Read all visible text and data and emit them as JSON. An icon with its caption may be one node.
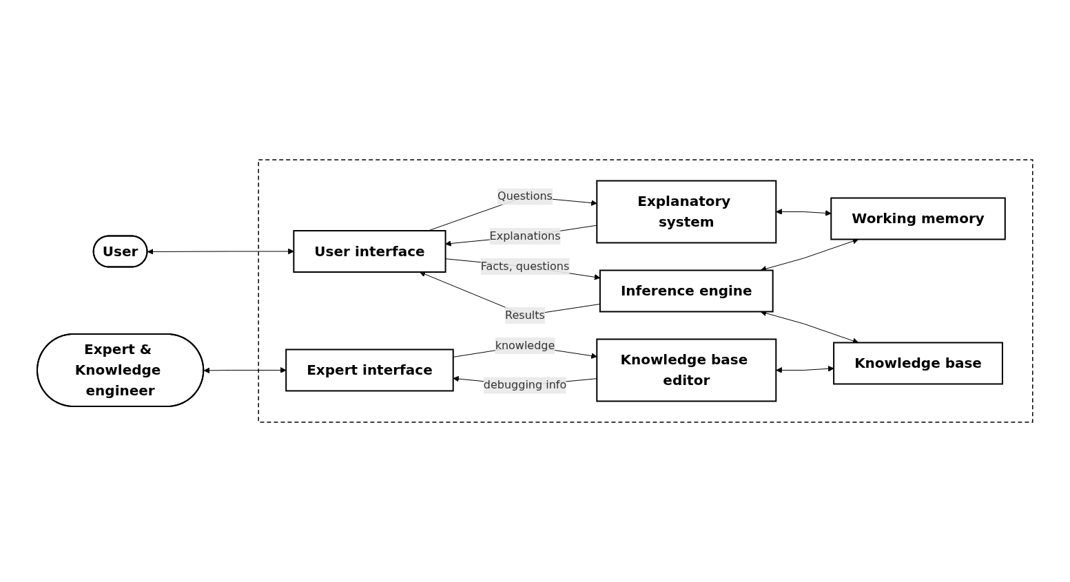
{
  "diagram": {
    "nodes": [
      {
        "text": [
          "User"
        ]
      },
      {
        "text": [
          "Expert & Knowledge engineer"
        ]
      },
      {
        "text": [],
        "shape": "box"
      },
      {
        "text": [
          "User interface"
        ],
        "in": 2
      },
      {
        "text": [
          "Explanatory system"
        ],
        "in": 2
      },
      {
        "text": [
          "Working memory"
        ],
        "in": 2
      },
      {
        "text": [
          "Inference engine"
        ],
        "in": 2
      },
      {
        "text": [
          "Expert interface"
        ],
        "in": 2
      },
      {
        "text": [
          "Knowledge base editor"
        ],
        "in": 2
      },
      {
        "text": [
          "Knowledge base"
        ],
        "in": 2
      }
    ],
    "edges": [
      {
        "from": 0,
        "to": 3,
        "arrow": "both"
      },
      {
        "from": 1,
        "to": 7,
        "arrow": "both"
      },
      {
        "from": 3,
        "to": 4,
        "label": "Questions",
        "arrow": "to"
      },
      {
        "from": 4,
        "to": 3,
        "label": "Explanations",
        "arrow": "to"
      },
      {
        "from": 3,
        "to": 6,
        "label": "Facts, questions",
        "arrow": "to"
      },
      {
        "from": 6,
        "to": 3,
        "label": "Results",
        "arrow": "to"
      },
      {
        "from": 4,
        "to": 5,
        "arrow": "both"
      },
      {
        "from": 6,
        "to": 5,
        "arrow": "both"
      },
      {
        "from": 6,
        "to": 9,
        "arrow": "both"
      },
      {
        "from": 7,
        "to": 8,
        "label": "knowledge",
        "arrow": "to"
      },
      {
        "from": 8,
        "to": 7,
        "label": "debugging info",
        "arrow": "to"
      },
      {
        "from": 8,
        "to": 9,
        "arrow": "both"
      }
    ]
  }
}
